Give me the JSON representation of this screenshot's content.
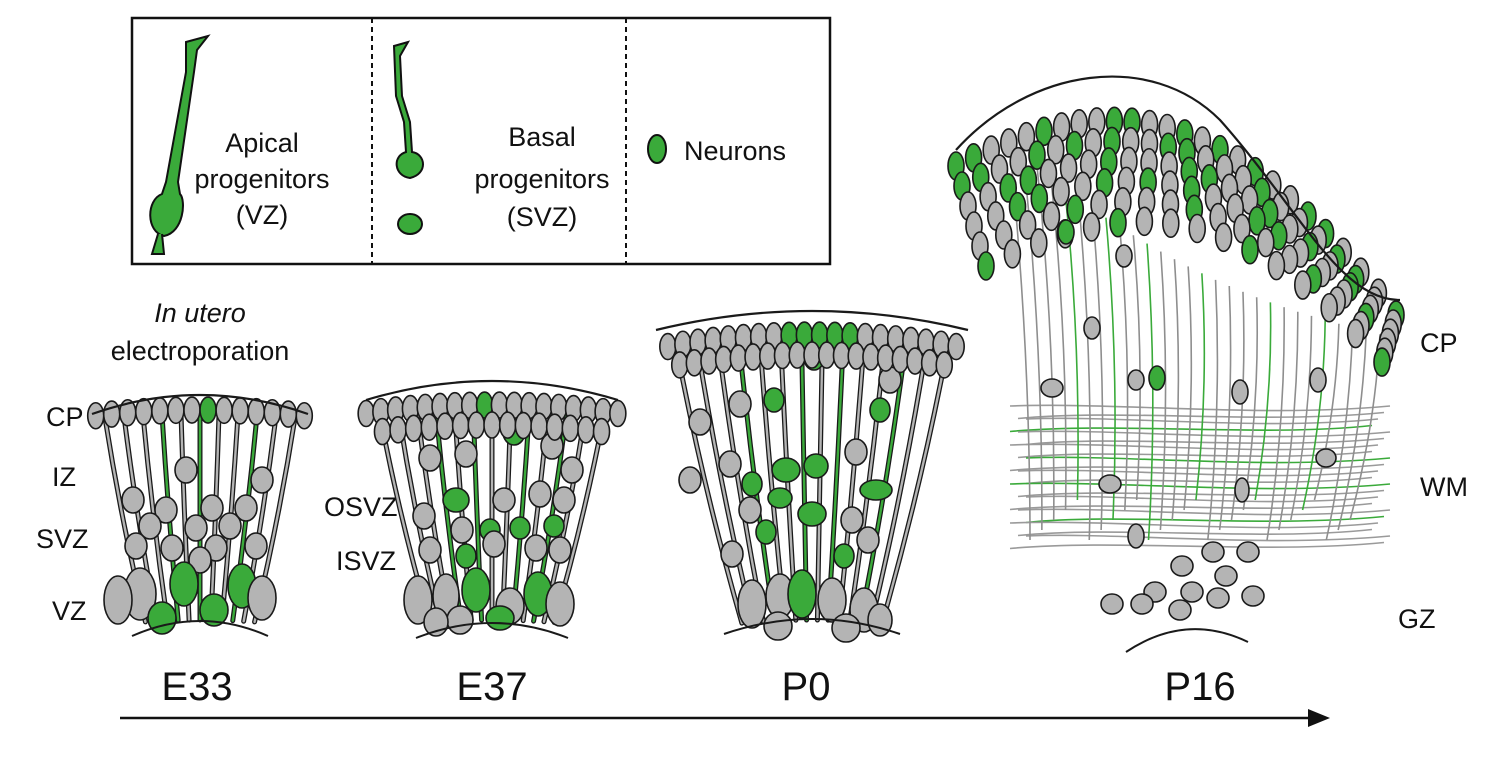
{
  "legend": {
    "apical_label": [
      "Apical",
      "progenitors",
      "(VZ)"
    ],
    "basal_label": [
      "Basal",
      "progenitors",
      "(SVZ)"
    ],
    "neurons_label": "Neurons"
  },
  "method_label": {
    "line1": "In utero",
    "line2": "electroporation"
  },
  "zone_labels": {
    "cp": "CP",
    "iz": "IZ",
    "svz": "SVZ",
    "vz": "VZ",
    "osvz": "OSVZ",
    "isvz": "ISVZ",
    "cp_p16": "CP",
    "wm": "WM",
    "gz": "GZ"
  },
  "stages": [
    "E33",
    "E37",
    "P0",
    "P16"
  ],
  "colors": {
    "green": "#3aaa3a",
    "gray": "#b4b4b4",
    "outline": "#1a1a1a"
  }
}
